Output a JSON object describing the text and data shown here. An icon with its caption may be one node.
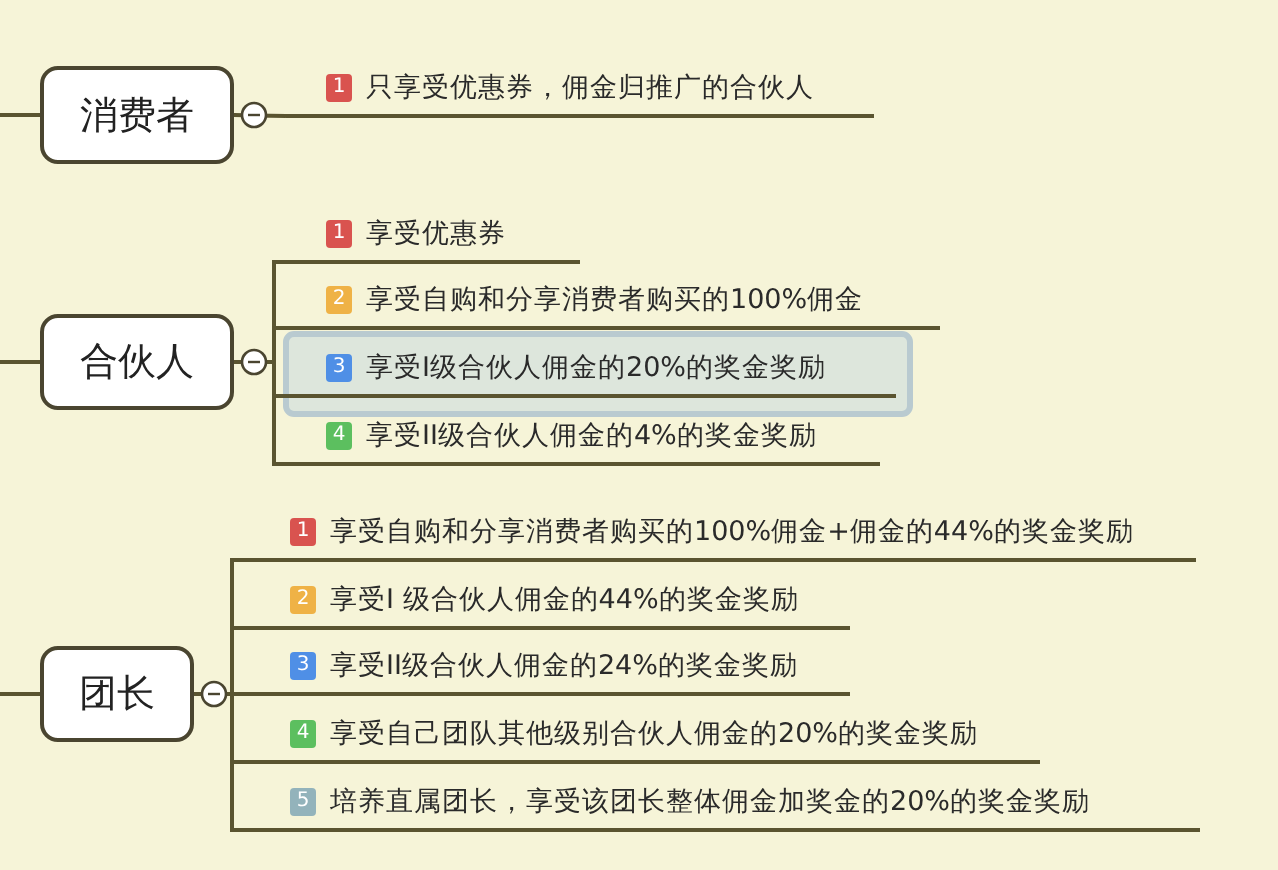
{
  "diagram": {
    "nodes": [
      {
        "text": [
          "消费者"
        ]
      },
      {
        "text": [
          "1",
          "只享受优惠券，佣金归推广的合伙人"
        ]
      },
      {
        "text": [
          "合伙人"
        ]
      },
      {
        "text": [
          "1",
          "享受优惠券"
        ]
      },
      {
        "text": [
          "2",
          "享受自购和分享消费者购买的100%佣金"
        ]
      },
      {
        "text": [
          "3",
          "享受I级合伙人佣金的20%的奖金奖励"
        ]
      },
      {
        "text": [
          "4",
          "享受II级合伙人佣金的4%的奖金奖励"
        ]
      },
      {
        "text": [
          "团长"
        ]
      },
      {
        "text": [
          "1",
          "享受自购和分享消费者购买的100%佣金+佣金的44%的奖金奖励"
        ]
      },
      {
        "text": [
          "2",
          "享受I 级合伙人佣金的44%的奖金奖励"
        ]
      },
      {
        "text": [
          "3",
          "享受II级合伙人佣金的24%的奖金奖励"
        ]
      },
      {
        "text": [
          "4",
          "享受自己团队其他级别合伙人佣金的20%的奖金奖励"
        ]
      },
      {
        "text": [
          "5",
          "培养直属团长，享受该团长整体佣金加奖金的20%的奖金奖励"
        ]
      }
    ],
    "edges": [
      {
        "from": null,
        "to": 0,
        "arrow": "none"
      },
      {
        "from": 0,
        "to": 1,
        "arrow": "none"
      },
      {
        "from": null,
        "to": 2,
        "arrow": "none"
      },
      {
        "from": 2,
        "to": 3,
        "arrow": "none"
      },
      {
        "from": 2,
        "to": 4,
        "arrow": "none"
      },
      {
        "from": 2,
        "to": 5,
        "arrow": "none"
      },
      {
        "from": 2,
        "to": 6,
        "arrow": "none"
      },
      {
        "from": null,
        "to": 7,
        "arrow": "none"
      },
      {
        "from": 7,
        "to": 8,
        "arrow": "none"
      },
      {
        "from": 7,
        "to": 9,
        "arrow": "none"
      },
      {
        "from": 7,
        "to": 10,
        "arrow": "none"
      },
      {
        "from": 7,
        "to": 11,
        "arrow": "none"
      },
      {
        "from": 7,
        "to": 12,
        "arrow": "none"
      }
    ]
  }
}
